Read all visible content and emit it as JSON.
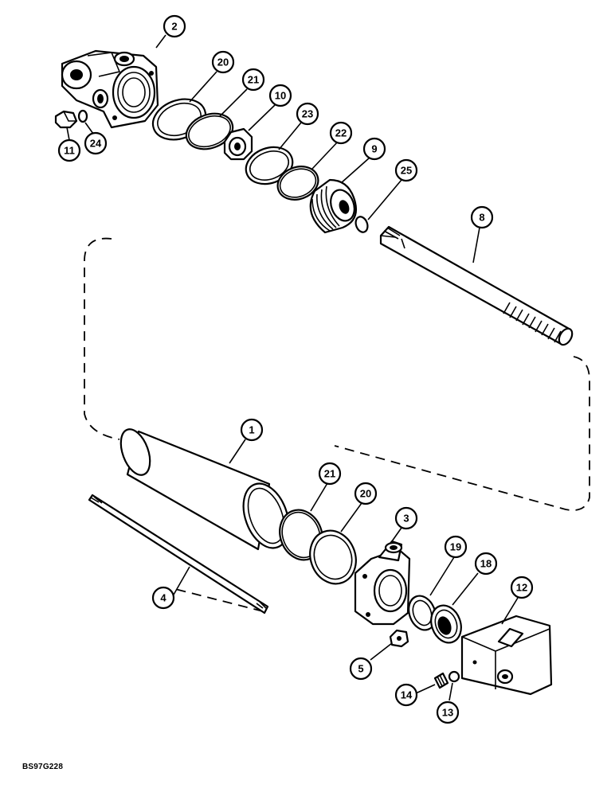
{
  "drawing_code": "BS97G228",
  "callouts": [
    {
      "id": "2",
      "label": "2"
    },
    {
      "id": "20a",
      "label": "20"
    },
    {
      "id": "21a",
      "label": "21"
    },
    {
      "id": "10",
      "label": "10"
    },
    {
      "id": "23",
      "label": "23"
    },
    {
      "id": "22",
      "label": "22"
    },
    {
      "id": "9",
      "label": "9"
    },
    {
      "id": "25",
      "label": "25"
    },
    {
      "id": "11",
      "label": "11"
    },
    {
      "id": "24",
      "label": "24"
    },
    {
      "id": "8",
      "label": "8"
    },
    {
      "id": "1",
      "label": "1"
    },
    {
      "id": "21b",
      "label": "21"
    },
    {
      "id": "20b",
      "label": "20"
    },
    {
      "id": "3",
      "label": "3"
    },
    {
      "id": "19",
      "label": "19"
    },
    {
      "id": "18",
      "label": "18"
    },
    {
      "id": "12",
      "label": "12"
    },
    {
      "id": "4",
      "label": "4"
    },
    {
      "id": "5",
      "label": "5"
    },
    {
      "id": "14",
      "label": "14"
    },
    {
      "id": "13",
      "label": "13"
    }
  ]
}
